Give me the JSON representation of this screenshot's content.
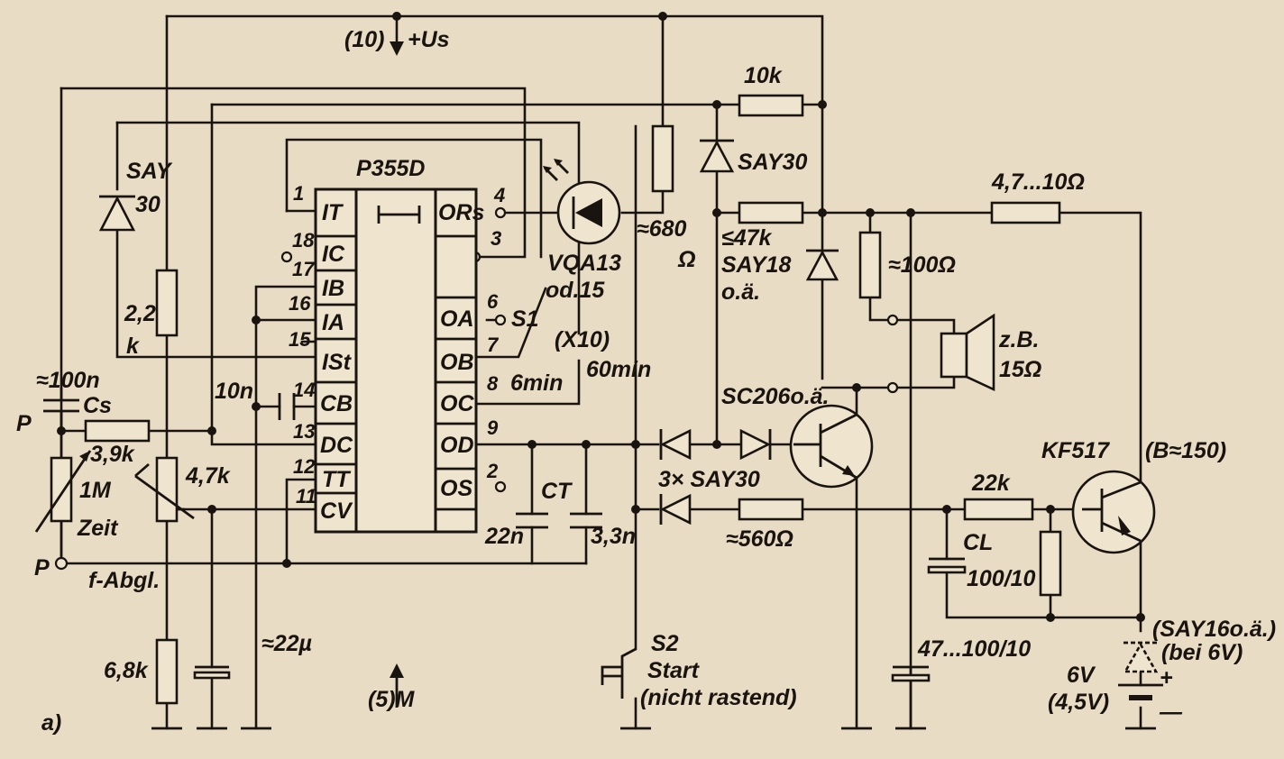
{
  "labels": {
    "supply_pin": "(10)",
    "supply": "+Us",
    "ic": "P355D",
    "r_10k": "10k",
    "d_say30_top": "SAY30",
    "r_47_10": "4,7...10Ω",
    "d_say30_left_1": "SAY",
    "d_say30_left_2": "30",
    "r_22k_1": "2,2",
    "r_22k_2": "k",
    "r_680_1": "≈680",
    "r_680_2": "Ω",
    "r_47k": "≤47k",
    "d_say18": "SAY18",
    "d_say18_alt": "o.ä.",
    "r_100ohm": "≈100Ω",
    "speaker_1": "z.B.",
    "speaker_2": "15Ω",
    "led_1": "VQA13",
    "led_2": "od.15",
    "s1": "S1",
    "x10": "(X10)",
    "min60": "60min",
    "min6": "6min",
    "sc206": "SC206o.ä.",
    "kf517": "KF517",
    "beta": "(B≈150)",
    "say30x3": "3× SAY30",
    "r_22k_right": "22k",
    "r_560": "≈560Ω",
    "ct": "CT",
    "c_22n": "22n",
    "c_3_3n": "3,3n",
    "cl": "CL",
    "cl_val": "100/10",
    "c_47_100": "47...100/10",
    "say16": "(SAY16o.ä.)",
    "bei6v": "(bei 6V)",
    "v6": "6V",
    "v45": "(4,5V)",
    "plus": "+",
    "minus": "—",
    "s2": "S2",
    "start": "Start",
    "nicht_rastend": "(nicht rastend)",
    "ground": "(5)M",
    "figure": "a)",
    "c_22u": "≈22µ",
    "r_6_8k": "6,8k",
    "f_abgl": "f-Abgl.",
    "p_bottom": "P",
    "p_top": "P",
    "c_100n": "≈100n",
    "cs": "Cs",
    "r_3_9k": "3,9k",
    "r_1m": "1M",
    "zeit": "Zeit",
    "r_4_7k": "4,7k",
    "c_10n": "10n"
  },
  "pins": {
    "p1": "1",
    "p18": "18",
    "p17": "17",
    "p16": "16",
    "p15": "15",
    "p14": "14",
    "p13": "13",
    "p12": "12",
    "p11": "11",
    "p4": "4",
    "p3": "3",
    "p6": "6",
    "p7": "7",
    "p8": "8",
    "p9": "9",
    "p2": "2"
  },
  "ic_pins": {
    "it": "IT",
    "ic": "IC",
    "ib": "IB",
    "ia": "IA",
    "ist": "ISt",
    "cb": "CB",
    "dc": "DC",
    "tt": "TT",
    "cv": "CV",
    "or": "ORs",
    "oa": "OA",
    "ob": "OB",
    "oc": "OC",
    "od": "OD",
    "os": "OS"
  },
  "colors": {
    "paper": "#e9dcc4",
    "ink": "#1a1410"
  }
}
